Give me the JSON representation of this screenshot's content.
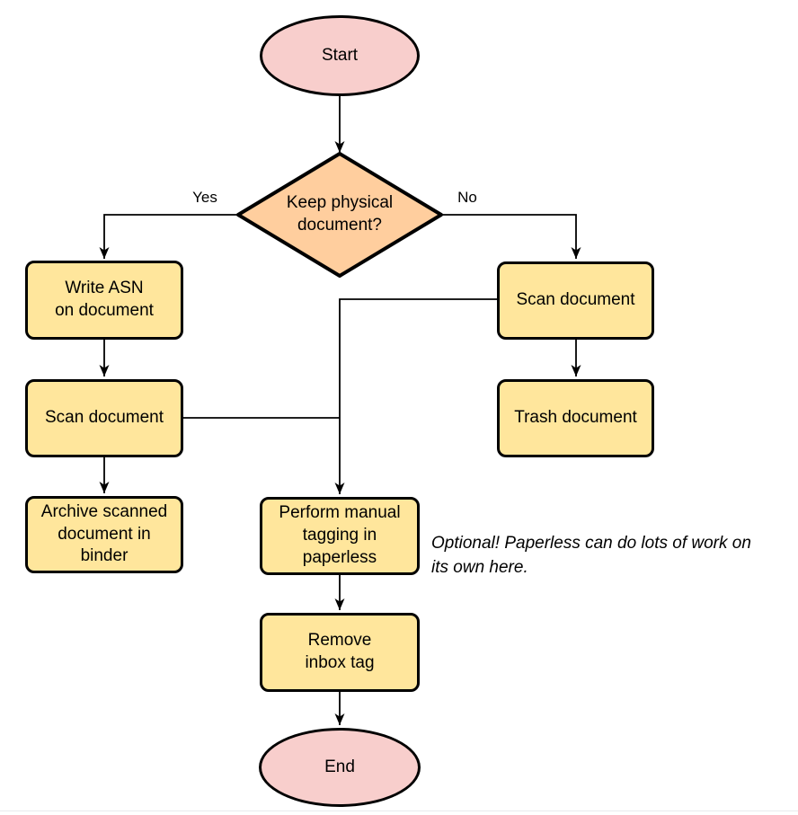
{
  "colors": {
    "terminal_fill": "#f8cecc",
    "decision_fill": "#ffce9e",
    "process_fill": "#ffe69c",
    "stroke": "#000000",
    "page_rule": "#e8eaed"
  },
  "nodes": {
    "start": {
      "label": "Start",
      "type": "terminal"
    },
    "decision": {
      "label": "Keep physical\ndocument?",
      "type": "decision"
    },
    "write_asn": {
      "label": "Write ASN\non document",
      "type": "process"
    },
    "scan_left": {
      "label": "Scan document",
      "type": "process"
    },
    "archive": {
      "label": "Archive scanned\ndocument in\nbinder",
      "type": "process"
    },
    "scan_right": {
      "label": "Scan document",
      "type": "process"
    },
    "trash": {
      "label": "Trash document",
      "type": "process"
    },
    "perform_tagging": {
      "label": "Perform manual\ntagging in\npaperless",
      "type": "process"
    },
    "remove_inbox": {
      "label": "Remove\ninbox tag",
      "type": "process"
    },
    "end": {
      "label": "End",
      "type": "terminal"
    }
  },
  "edge_labels": {
    "yes": "Yes",
    "no": "No"
  },
  "annotation": "Optional! Paperless can do lots of work on\nits own here."
}
